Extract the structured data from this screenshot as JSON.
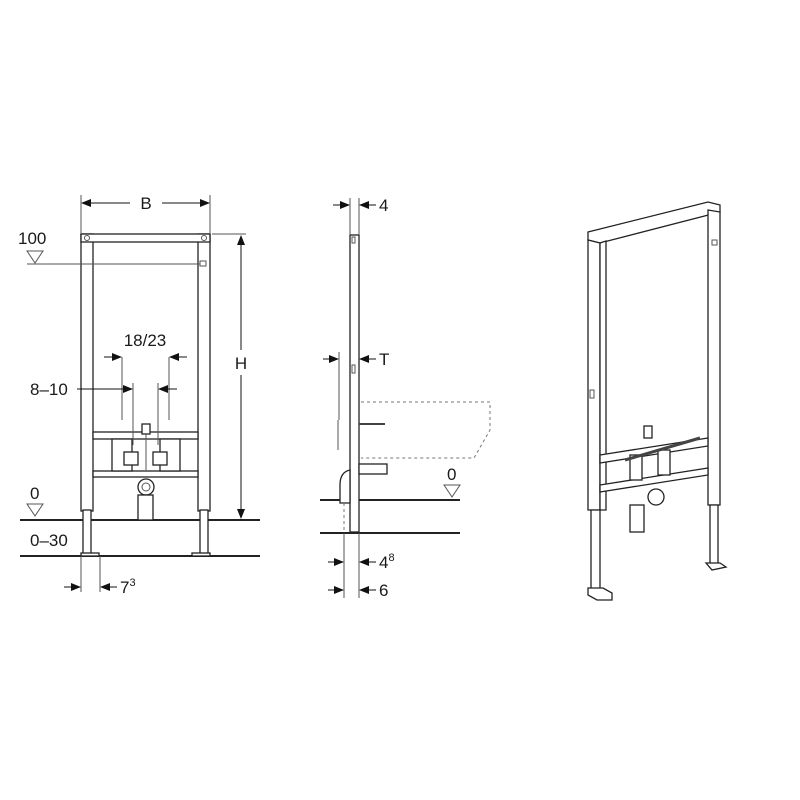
{
  "front_view": {
    "width_label": "B",
    "height_label": "H",
    "top_level_label": "100",
    "connection_spacing_label": "18/23",
    "connection_offset_label": "8–10",
    "floor_level_label": "0",
    "floor_adjust_label": "0–30",
    "foot_width_label": "7",
    "foot_width_sup": "3"
  },
  "side_view": {
    "frame_depth_label": "4",
    "total_depth_label": "T",
    "floor_level_label": "0",
    "foot_offset_label": "4",
    "foot_offset_sup": "8",
    "foot_depth_label": "6"
  },
  "colors": {
    "line": "#222222",
    "background": "#ffffff"
  }
}
